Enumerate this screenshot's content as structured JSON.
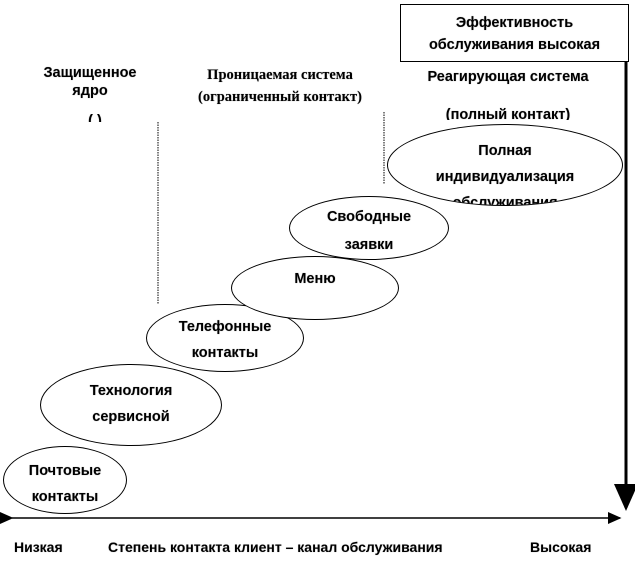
{
  "top_box": {
    "line1": "Эффективность",
    "line2": "обслуживания высокая"
  },
  "zones": {
    "buffered_core_line1": "Защищенное",
    "buffered_core_line2": "ядро",
    "buffered_core_line3": "(             )",
    "permeable_line1": "Проницаемая система",
    "permeable_line2": "(ограниченный контакт)",
    "reactive_line1": "Реагирующая система",
    "reactive_line2": "(полный контакт)"
  },
  "steps": [
    {
      "line1": "Почтовые",
      "line2": "контакты"
    },
    {
      "line1": "Технология",
      "line2": "сервисной"
    },
    {
      "line1": "Телефонные",
      "line2": "контакты"
    },
    {
      "line1": "Меню",
      "line2": ""
    },
    {
      "line1": "Свободные",
      "line2": "заявки"
    },
    {
      "line1": "Полная",
      "line2": "индивидуализация",
      "line3": "обслуживания"
    }
  ],
  "axis": {
    "low": "Низкая",
    "title": "Степень контакта клиент – канал обслуживания",
    "high": "Высокая"
  }
}
